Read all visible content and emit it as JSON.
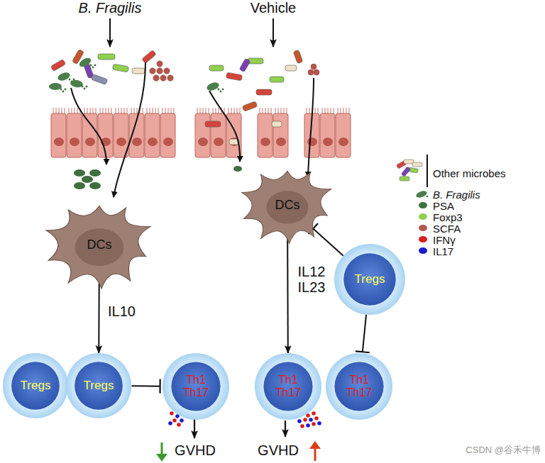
{
  "diagram": {
    "nodes": [
      {
        "text": [
          "DCs"
        ]
      },
      {
        "text": [
          "DCs"
        ]
      },
      {
        "text": [
          "Tregs"
        ]
      },
      {
        "text": [
          "Tregs"
        ]
      },
      {
        "text": [
          "Tregs"
        ]
      },
      {
        "text": [
          "Th1 Th17"
        ]
      },
      {
        "text": [
          "Th1 Th17"
        ]
      },
      {
        "text": [
          "Th1 Th17"
        ]
      }
    ],
    "edges": [
      {
        "from": 0,
        "to": 4,
        "label": "IL10",
        "arrow": "to"
      },
      {
        "from": 4,
        "to": 5,
        "arrow": "to"
      },
      {
        "from": 1,
        "to": 6,
        "label": "IL12 IL23",
        "arrow": "to"
      },
      {
        "from": 2,
        "to": 1,
        "arrow": "to"
      },
      {
        "from": 2,
        "to": 7,
        "arrow": "to"
      }
    ],
    "labels": [
      "B. Fragilis",
      "Vehicle",
      "GVHD",
      "GVHD",
      "CSDN @谷禾牛博"
    ],
    "legend": [
      {
        "text": "Other microbes"
      },
      {
        "text": "B. Fragilis"
      },
      {
        "text": "PSA",
        "color": "#3f6e3f"
      },
      {
        "text": "Foxp3",
        "color": "#8fd14f"
      },
      {
        "text": "SCFA",
        "color": "#b5564c"
      },
      {
        "text": "IFNγ",
        "color": "#d81e1e"
      },
      {
        "text": "IL17",
        "color": "#1a1ad0"
      }
    ]
  }
}
